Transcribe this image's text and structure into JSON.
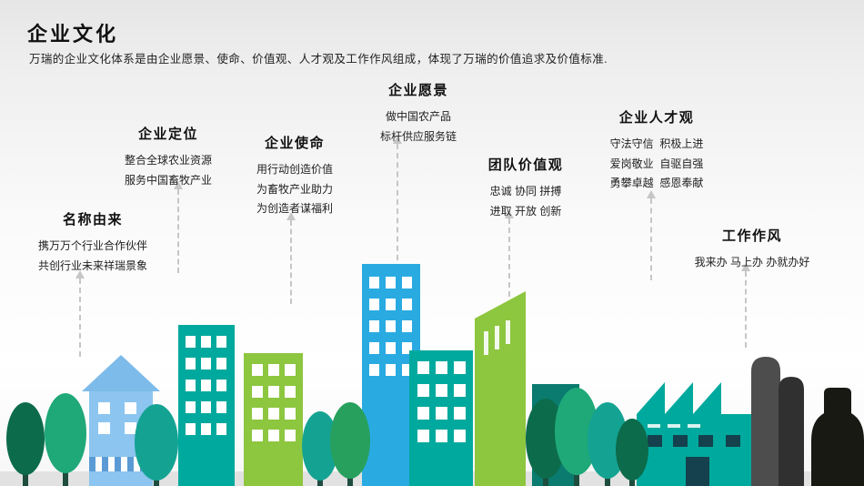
{
  "slide": {
    "title": "企业文化",
    "subtitle": "万瑞的企业文化体系是由企业愿景、使命、价值观、人才观及工作作风组成，体现了万瑞的价值追求及价值标准."
  },
  "sections": [
    {
      "title": "名称由来",
      "lines": [
        "携万万个行业合作伙伴",
        "共创行业未来祥瑞景象"
      ]
    },
    {
      "title": "企业定位",
      "lines": [
        "整合全球农业资源",
        "服务中国畜牧产业"
      ]
    },
    {
      "title": "企业使命",
      "lines": [
        "用行动创造价值",
        "为畜牧产业助力",
        "为创造者谋福利"
      ]
    },
    {
      "title": "企业愿景",
      "lines": [
        "做中国农产品",
        "标杆供应服务链"
      ]
    },
    {
      "title": "团队价值观",
      "lines": [
        "忠诚 协同 拼搏",
        "进取 开放 创新"
      ]
    },
    {
      "title": "企业人才观",
      "lines": [
        "守法守信  积极上进",
        "爱岗敬业  自驱自强",
        "勇攀卓越  感恩奉献"
      ]
    },
    {
      "title": "工作作风",
      "lines": [
        "我来办 马上办 办就办好"
      ]
    }
  ],
  "colors": {
    "teal": "#00A99D",
    "lime": "#8DC63F",
    "blue": "#29ABE2",
    "light_blue": "#8CC5EF",
    "dark_green": "#0C6B4B",
    "green": "#1FA878",
    "arrow_gray": "#C6C6C6",
    "ink": "#1A1A1A"
  }
}
